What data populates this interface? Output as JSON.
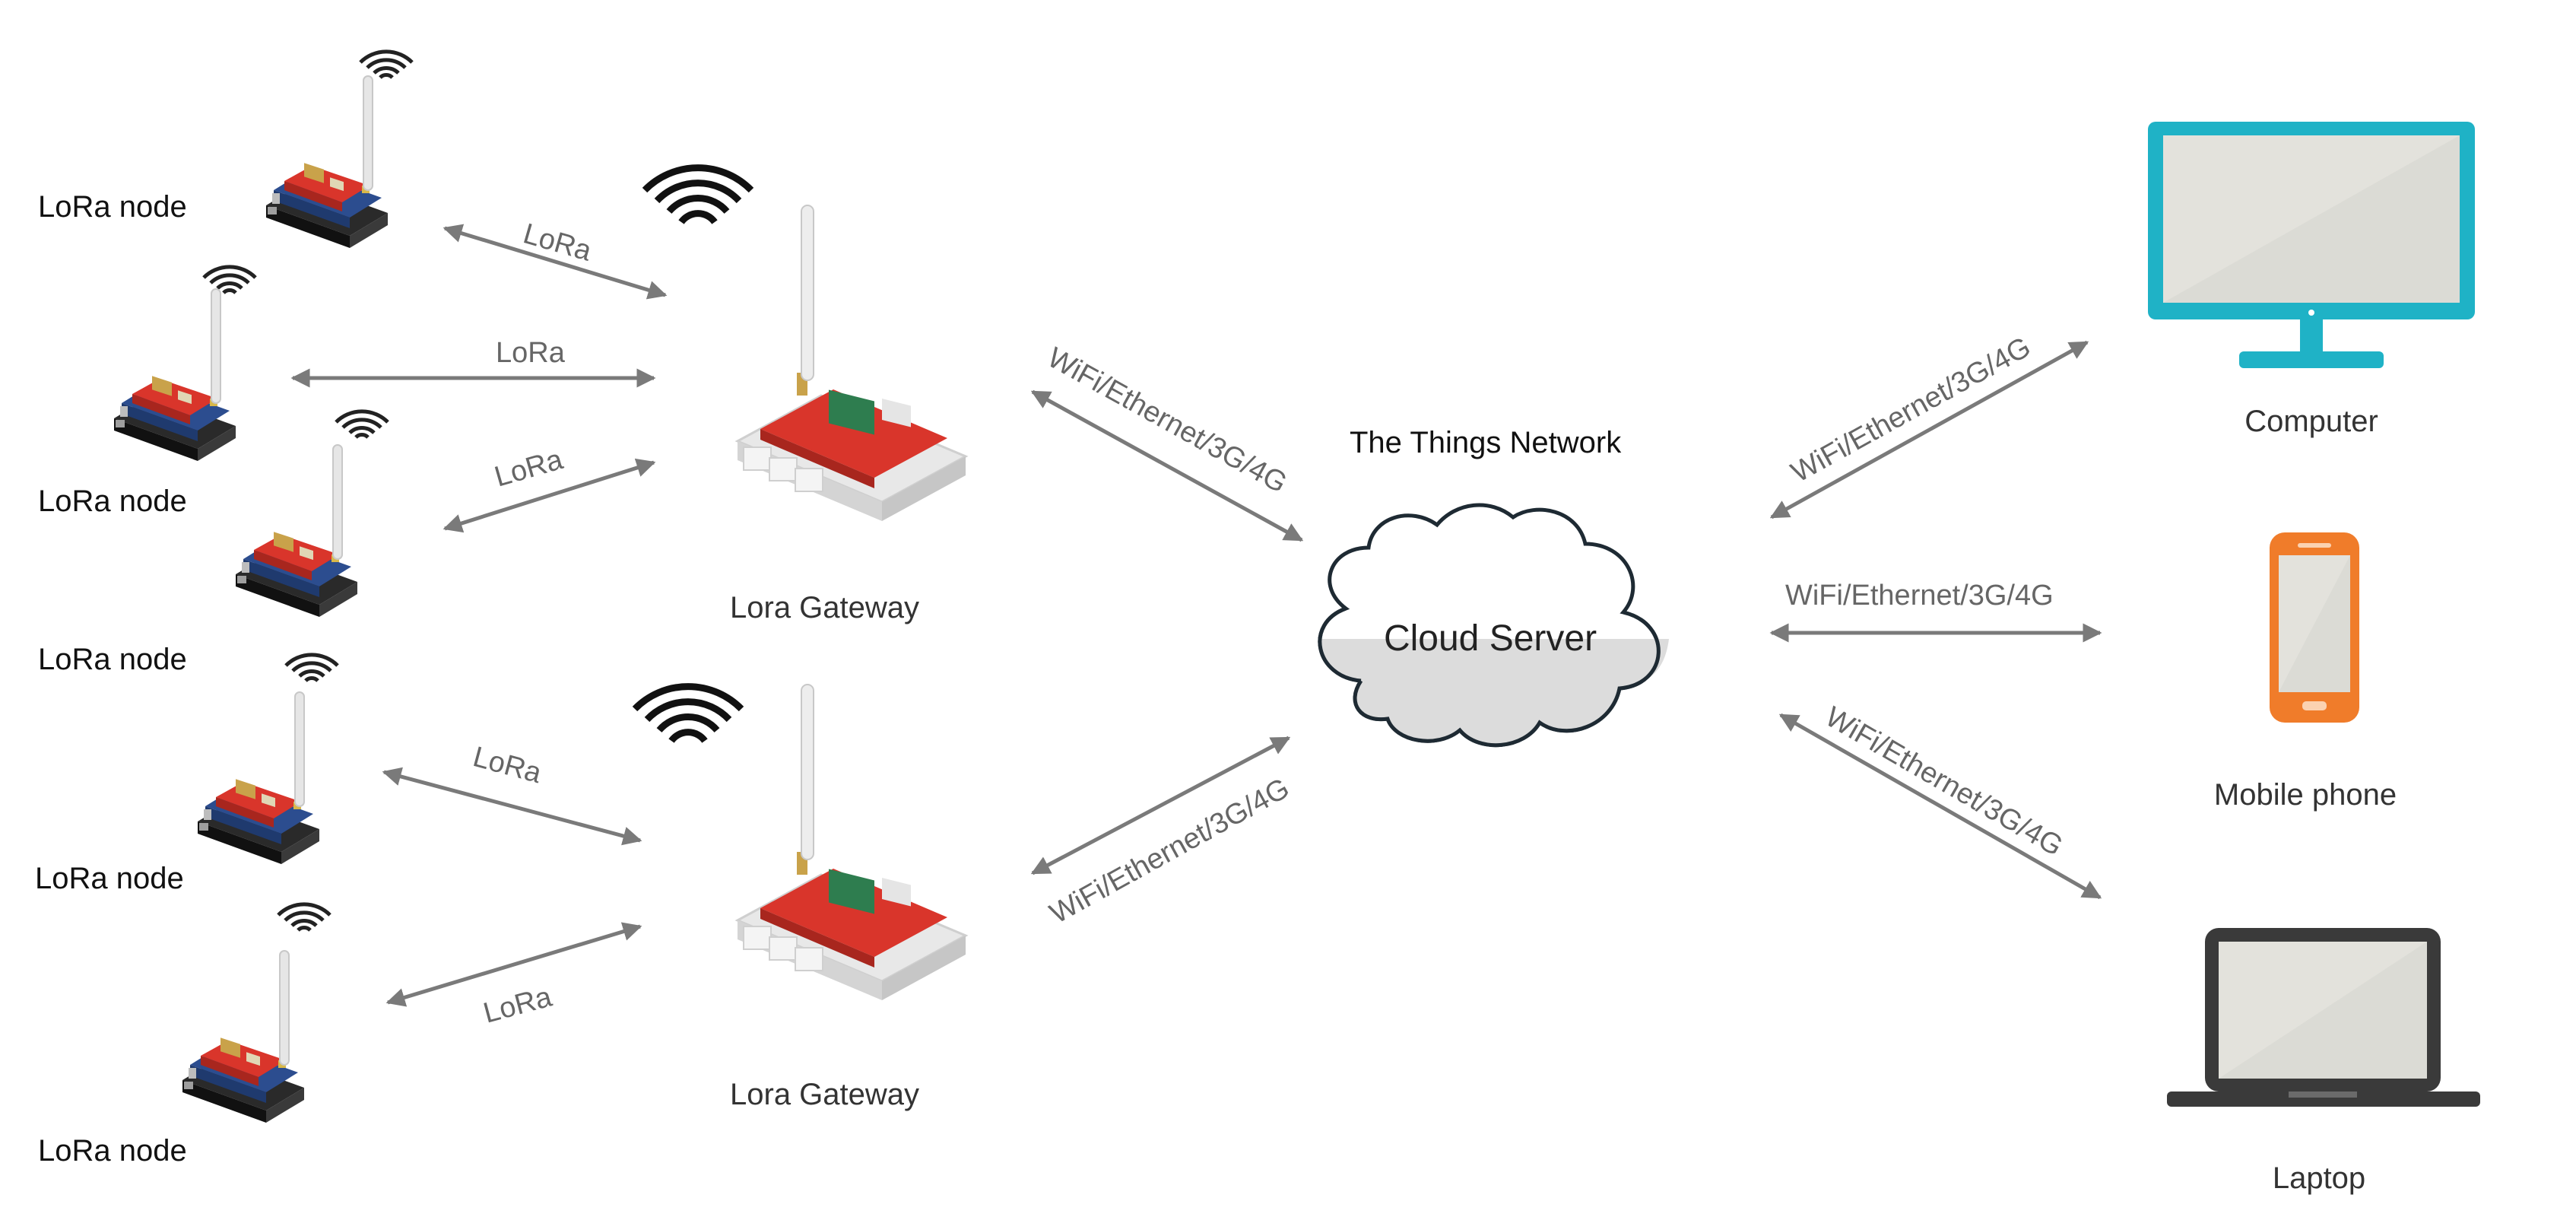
{
  "nodes": [
    {
      "label": "LoRa node"
    },
    {
      "label": "LoRa node"
    },
    {
      "label": "LoRa node"
    },
    {
      "label": "LoRa node"
    },
    {
      "label": "LoRa node"
    }
  ],
  "gateways": [
    {
      "label": "Lora Gateway"
    },
    {
      "label": "Lora Gateway"
    }
  ],
  "cloud": {
    "network_name": "The Things Network",
    "label": "Cloud Server"
  },
  "devices": {
    "computer": {
      "label": "Computer",
      "color": "#1fb2c6"
    },
    "phone": {
      "label": "Mobile phone",
      "color": "#f07c2a"
    },
    "laptop": {
      "label": "Laptop",
      "color": "#3a3a3a"
    }
  },
  "links": {
    "lora_1": "LoRa",
    "lora_2": "LoRa",
    "lora_3": "LoRa",
    "lora_4": "LoRa",
    "lora_5": "LoRa",
    "gw1_cloud": "WiFi/Ethernet/3G/4G",
    "gw2_cloud": "WiFi/Ethernet/3G/4G",
    "cloud_computer": "WiFi/Ethernet/3G/4G",
    "cloud_phone": "WiFi/Ethernet/3G/4G",
    "cloud_laptop": "WiFi/Ethernet/3G/4G"
  },
  "colors": {
    "board_red": "#d9352b",
    "board_blue": "#2c4d8f",
    "arrow": "#7a7a7a"
  }
}
